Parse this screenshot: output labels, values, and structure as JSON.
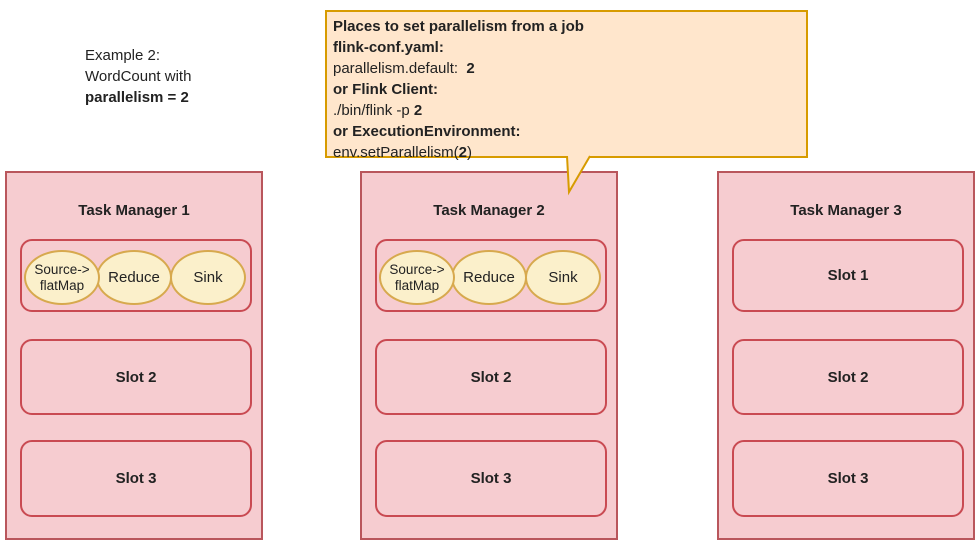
{
  "colors": {
    "callout_fill": "#ffe6cc",
    "callout_border": "#d79b00",
    "tm_fill": "#f6ccd0",
    "tm_border": "#b9565c",
    "slot_border": "#c94a52",
    "task_fill": "#fbf0cb",
    "task_border": "#d7a94e"
  },
  "example_note": {
    "lines": [
      {
        "segments": [
          {
            "t": "Example 2:",
            "b": false
          }
        ]
      },
      {
        "segments": [
          {
            "t": "WordCount with",
            "b": false
          }
        ]
      },
      {
        "segments": [
          {
            "t": "parallelism = 2",
            "b": true
          }
        ]
      }
    ]
  },
  "callout": {
    "lines": [
      {
        "segments": [
          {
            "t": "Places to set parallelism from a job",
            "b": true
          }
        ]
      },
      {
        "segments": [
          {
            "t": "flink-conf.yaml:",
            "b": true
          }
        ]
      },
      {
        "segments": [
          {
            "t": "parallelism.default:  ",
            "b": false
          },
          {
            "t": "2",
            "b": true
          }
        ]
      },
      {
        "segments": [
          {
            "t": "or Flink Client:",
            "b": true
          }
        ]
      },
      {
        "segments": [
          {
            "t": "./bin/flink -p ",
            "b": false
          },
          {
            "t": "2",
            "b": true
          }
        ]
      },
      {
        "segments": [
          {
            "t": "or ExecutionEnvironment:",
            "b": true
          }
        ]
      },
      {
        "segments": [
          {
            "t": "env.setParallelism(",
            "b": false
          },
          {
            "t": "2",
            "b": true
          },
          {
            "t": ")",
            "b": false
          }
        ]
      }
    ]
  },
  "diagram": {
    "task_managers": [
      {
        "title": "Task Manager 1",
        "slots": [
          {
            "type": "tasks",
            "tasks": [
              {
                "lines": [
                  "Source->",
                  "flatMap"
                ]
              },
              {
                "lines": [
                  "Reduce"
                ]
              },
              {
                "lines": [
                  "Sink"
                ]
              }
            ]
          },
          {
            "type": "empty",
            "label": "Slot 2"
          },
          {
            "type": "empty",
            "label": "Slot 3"
          }
        ]
      },
      {
        "title": "Task Manager 2",
        "slots": [
          {
            "type": "tasks",
            "tasks": [
              {
                "lines": [
                  "Source->",
                  "flatMap"
                ]
              },
              {
                "lines": [
                  "Reduce"
                ]
              },
              {
                "lines": [
                  "Sink"
                ]
              }
            ]
          },
          {
            "type": "empty",
            "label": "Slot 2"
          },
          {
            "type": "empty",
            "label": "Slot 3"
          }
        ]
      },
      {
        "title": "Task Manager 3",
        "slots": [
          {
            "type": "empty",
            "label": "Slot 1"
          },
          {
            "type": "empty",
            "label": "Slot 2"
          },
          {
            "type": "empty",
            "label": "Slot 3"
          }
        ]
      }
    ]
  }
}
